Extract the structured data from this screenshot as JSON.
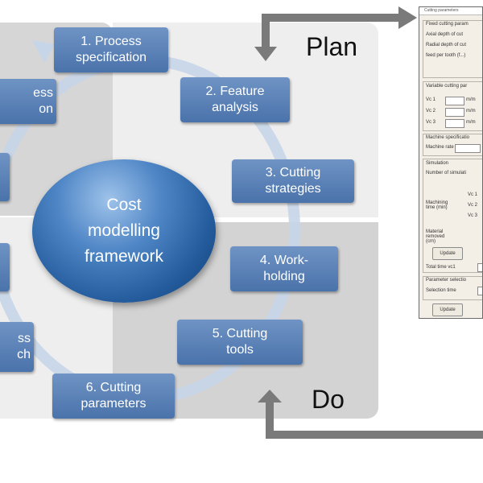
{
  "center_label": [
    "Cost",
    "modelling",
    "framework"
  ],
  "quadrant_labels": {
    "plan": "Plan",
    "do": "Do"
  },
  "steps": [
    {
      "lines": [
        "1. Process",
        "specification"
      ]
    },
    {
      "lines": [
        "2. Feature",
        "analysis"
      ]
    },
    {
      "lines": [
        "3. Cutting",
        "strategies"
      ]
    },
    {
      "lines": [
        "4. Work-",
        "holding"
      ]
    },
    {
      "lines": [
        "5. Cutting",
        "tools"
      ]
    },
    {
      "lines": [
        "6. Cutting",
        "parameters"
      ]
    }
  ],
  "partial_steps": [
    {
      "lines": [
        "ess",
        "on"
      ]
    },
    {
      "lines": [
        "ss",
        "ch"
      ]
    }
  ],
  "panel": {
    "title": "Cutting parameters",
    "fixed_header": "Fixed cutting param",
    "axial": "Axial depth of cut",
    "radial": "Radial depth of cut",
    "feed": "feed per tooth (f...)",
    "variable_header": "Variable cutting par",
    "vc1": "Vc 1",
    "vc2": "Vc 2",
    "vc3": "Vc 3",
    "unit": "m/m",
    "machine_header": "Machine specificatio",
    "machine_rate": "Machine rate",
    "simulation_header": "Simulation",
    "num_sim": "Number of simulati",
    "machining_time": "Machining time (min)",
    "vc_short_1": "Vc 1",
    "vc_short_2": "Vc 2",
    "vc_short_3": "Vc 3",
    "material_removed": "Material removed (cm)",
    "update": "Update",
    "total_time": "Total time vc1",
    "param_selection": "Parameter selectio",
    "selection_time": "Selection time",
    "update2": "Update"
  },
  "colors": {
    "step_fill": "#5a7fb5",
    "arrow": "#777777",
    "cycle_ring": "#c7d5e8",
    "center_sphere": "#3a6fb0"
  }
}
